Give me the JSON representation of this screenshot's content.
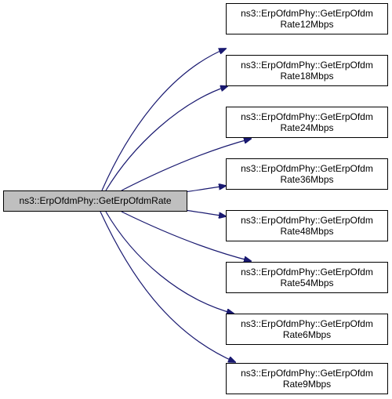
{
  "diagram": {
    "colors": {
      "edge": "#191970",
      "source_fill": "#bfbfbf",
      "node_fill": "#ffffff",
      "border": "#000000"
    },
    "source": {
      "label": "ns3::ErpOfdmPhy::GetErpOfdmRate"
    },
    "targets": [
      {
        "line1": "ns3::ErpOfdmPhy::GetErpOfdm",
        "line2": "Rate12Mbps"
      },
      {
        "line1": "ns3::ErpOfdmPhy::GetErpOfdm",
        "line2": "Rate18Mbps"
      },
      {
        "line1": "ns3::ErpOfdmPhy::GetErpOfdm",
        "line2": "Rate24Mbps"
      },
      {
        "line1": "ns3::ErpOfdmPhy::GetErpOfdm",
        "line2": "Rate36Mbps"
      },
      {
        "line1": "ns3::ErpOfdmPhy::GetErpOfdm",
        "line2": "Rate48Mbps"
      },
      {
        "line1": "ns3::ErpOfdmPhy::GetErpOfdm",
        "line2": "Rate54Mbps"
      },
      {
        "line1": "ns3::ErpOfdmPhy::GetErpOfdm",
        "line2": "Rate6Mbps"
      },
      {
        "line1": "ns3::ErpOfdmPhy::GetErpOfdm",
        "line2": "Rate9Mbps"
      }
    ]
  }
}
